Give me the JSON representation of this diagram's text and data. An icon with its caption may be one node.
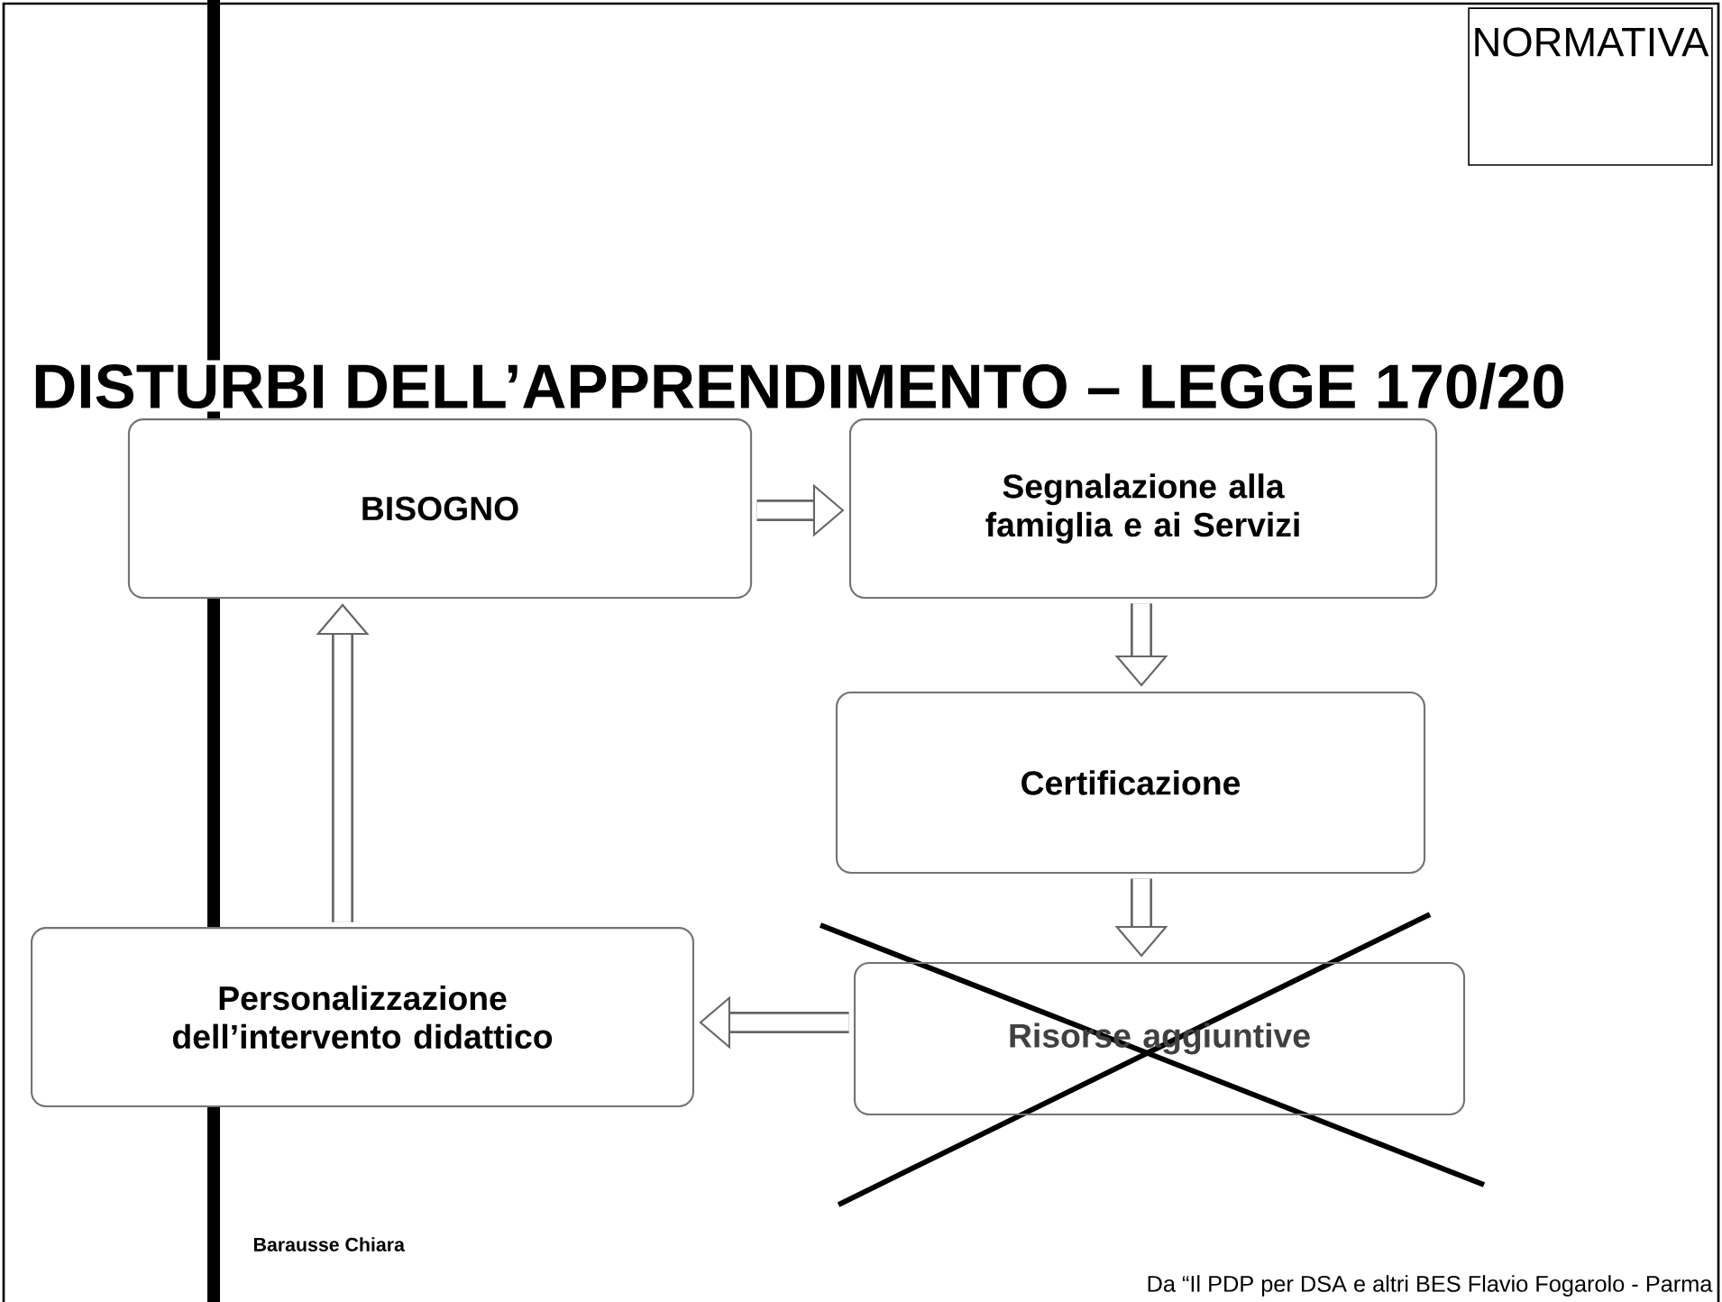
{
  "diagram": {
    "title": "DISTURBI DELL’APPRENDIMENTO – LEGGE 170/20",
    "nodes": [
      {
        "text": [
          "NORMATIVA"
        ]
      },
      {
        "text": [
          "BISOGNO"
        ]
      },
      {
        "text": [
          "Segnalazione alla famiglia e ai Servizi"
        ]
      },
      {
        "text": [
          "Certificazione"
        ]
      },
      {
        "text": [
          "Risorse aggiuntive"
        ]
      },
      {
        "text": [
          "Personalizzazione dell’intervento didattico"
        ]
      }
    ],
    "edges": [
      {
        "from": 1,
        "to": 2,
        "arrow": "to"
      },
      {
        "from": 2,
        "to": 3,
        "arrow": "to"
      },
      {
        "from": 3,
        "to": 4,
        "arrow": "to"
      },
      {
        "from": 4,
        "to": 5,
        "arrow": "to"
      },
      {
        "from": 5,
        "to": 1,
        "arrow": "to"
      }
    ],
    "labels": [
      "Barausse Chiara",
      "Da “Il PDP per DSA e altri BES Flavio Fogarolo - Parma"
    ]
  }
}
